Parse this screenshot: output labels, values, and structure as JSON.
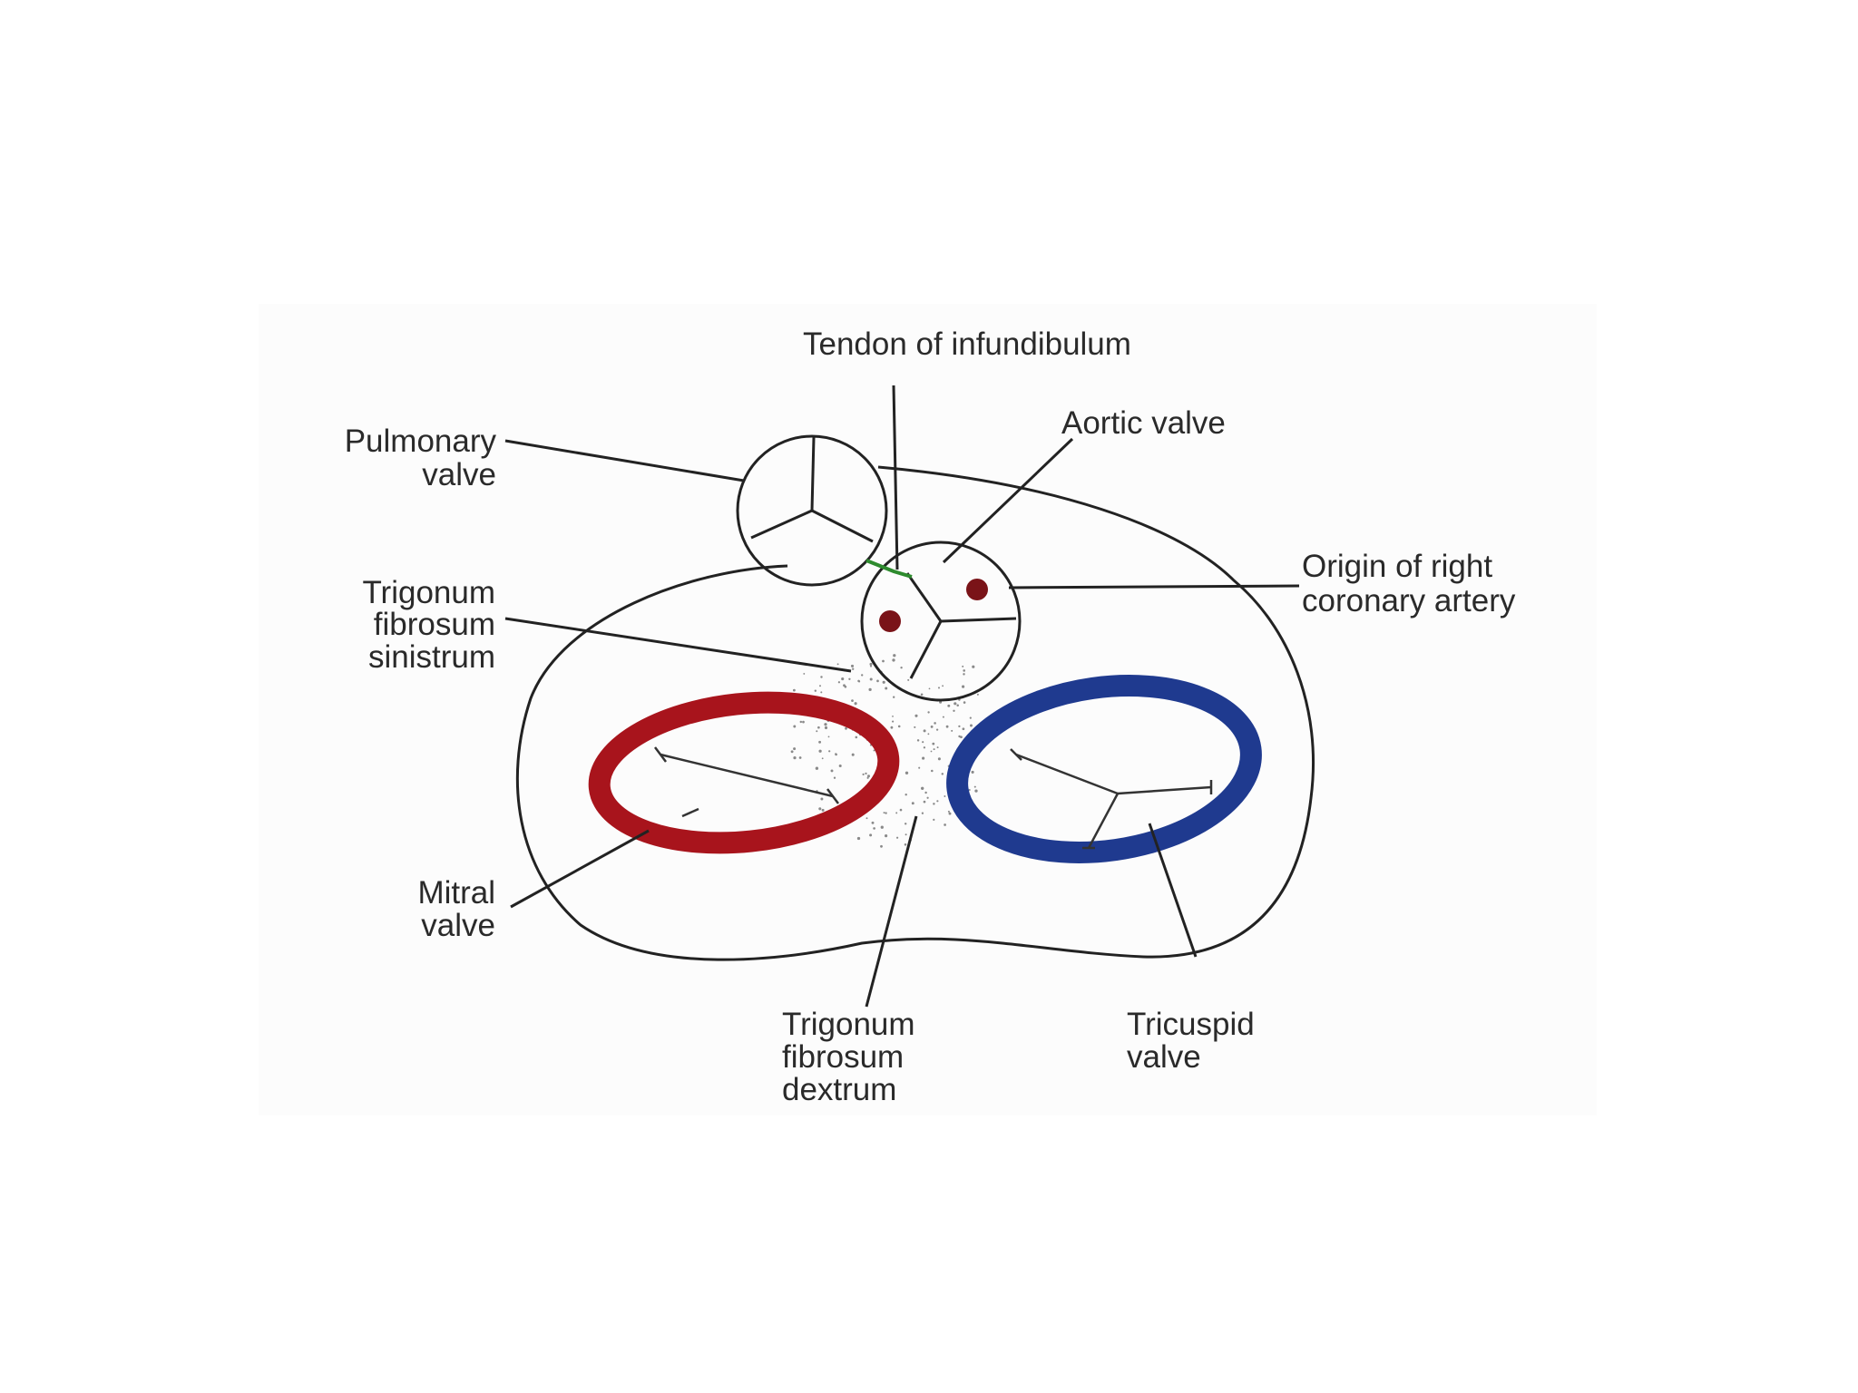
{
  "diagram": {
    "colors": {
      "background": "#ffffff",
      "panel": "#fcfcfc",
      "outline": "#222222",
      "mitral_ring": "#a8141c",
      "tricuspid_ring": "#1f3a8f",
      "coronary_ostium": "#7a1318",
      "tendon_accent": "#2e8b2e"
    },
    "labels": {
      "tendon_of_infundibulum": "Tendon of infundibulum",
      "pulmonary_valve": [
        "Pulmonary",
        "valve"
      ],
      "aortic_valve": "Aortic valve",
      "origin_right_coronary": [
        "Origin of right",
        "coronary artery"
      ],
      "trigonum_sinistrum": [
        "Trigonum",
        "fibrosum",
        "sinistrum"
      ],
      "mitral_valve": [
        "Mitral",
        "valve"
      ],
      "trigonum_dextrum": [
        "Trigonum",
        "fibrosum",
        "dextrum"
      ],
      "tricuspid_valve": [
        "Tricuspid",
        "valve"
      ]
    }
  }
}
